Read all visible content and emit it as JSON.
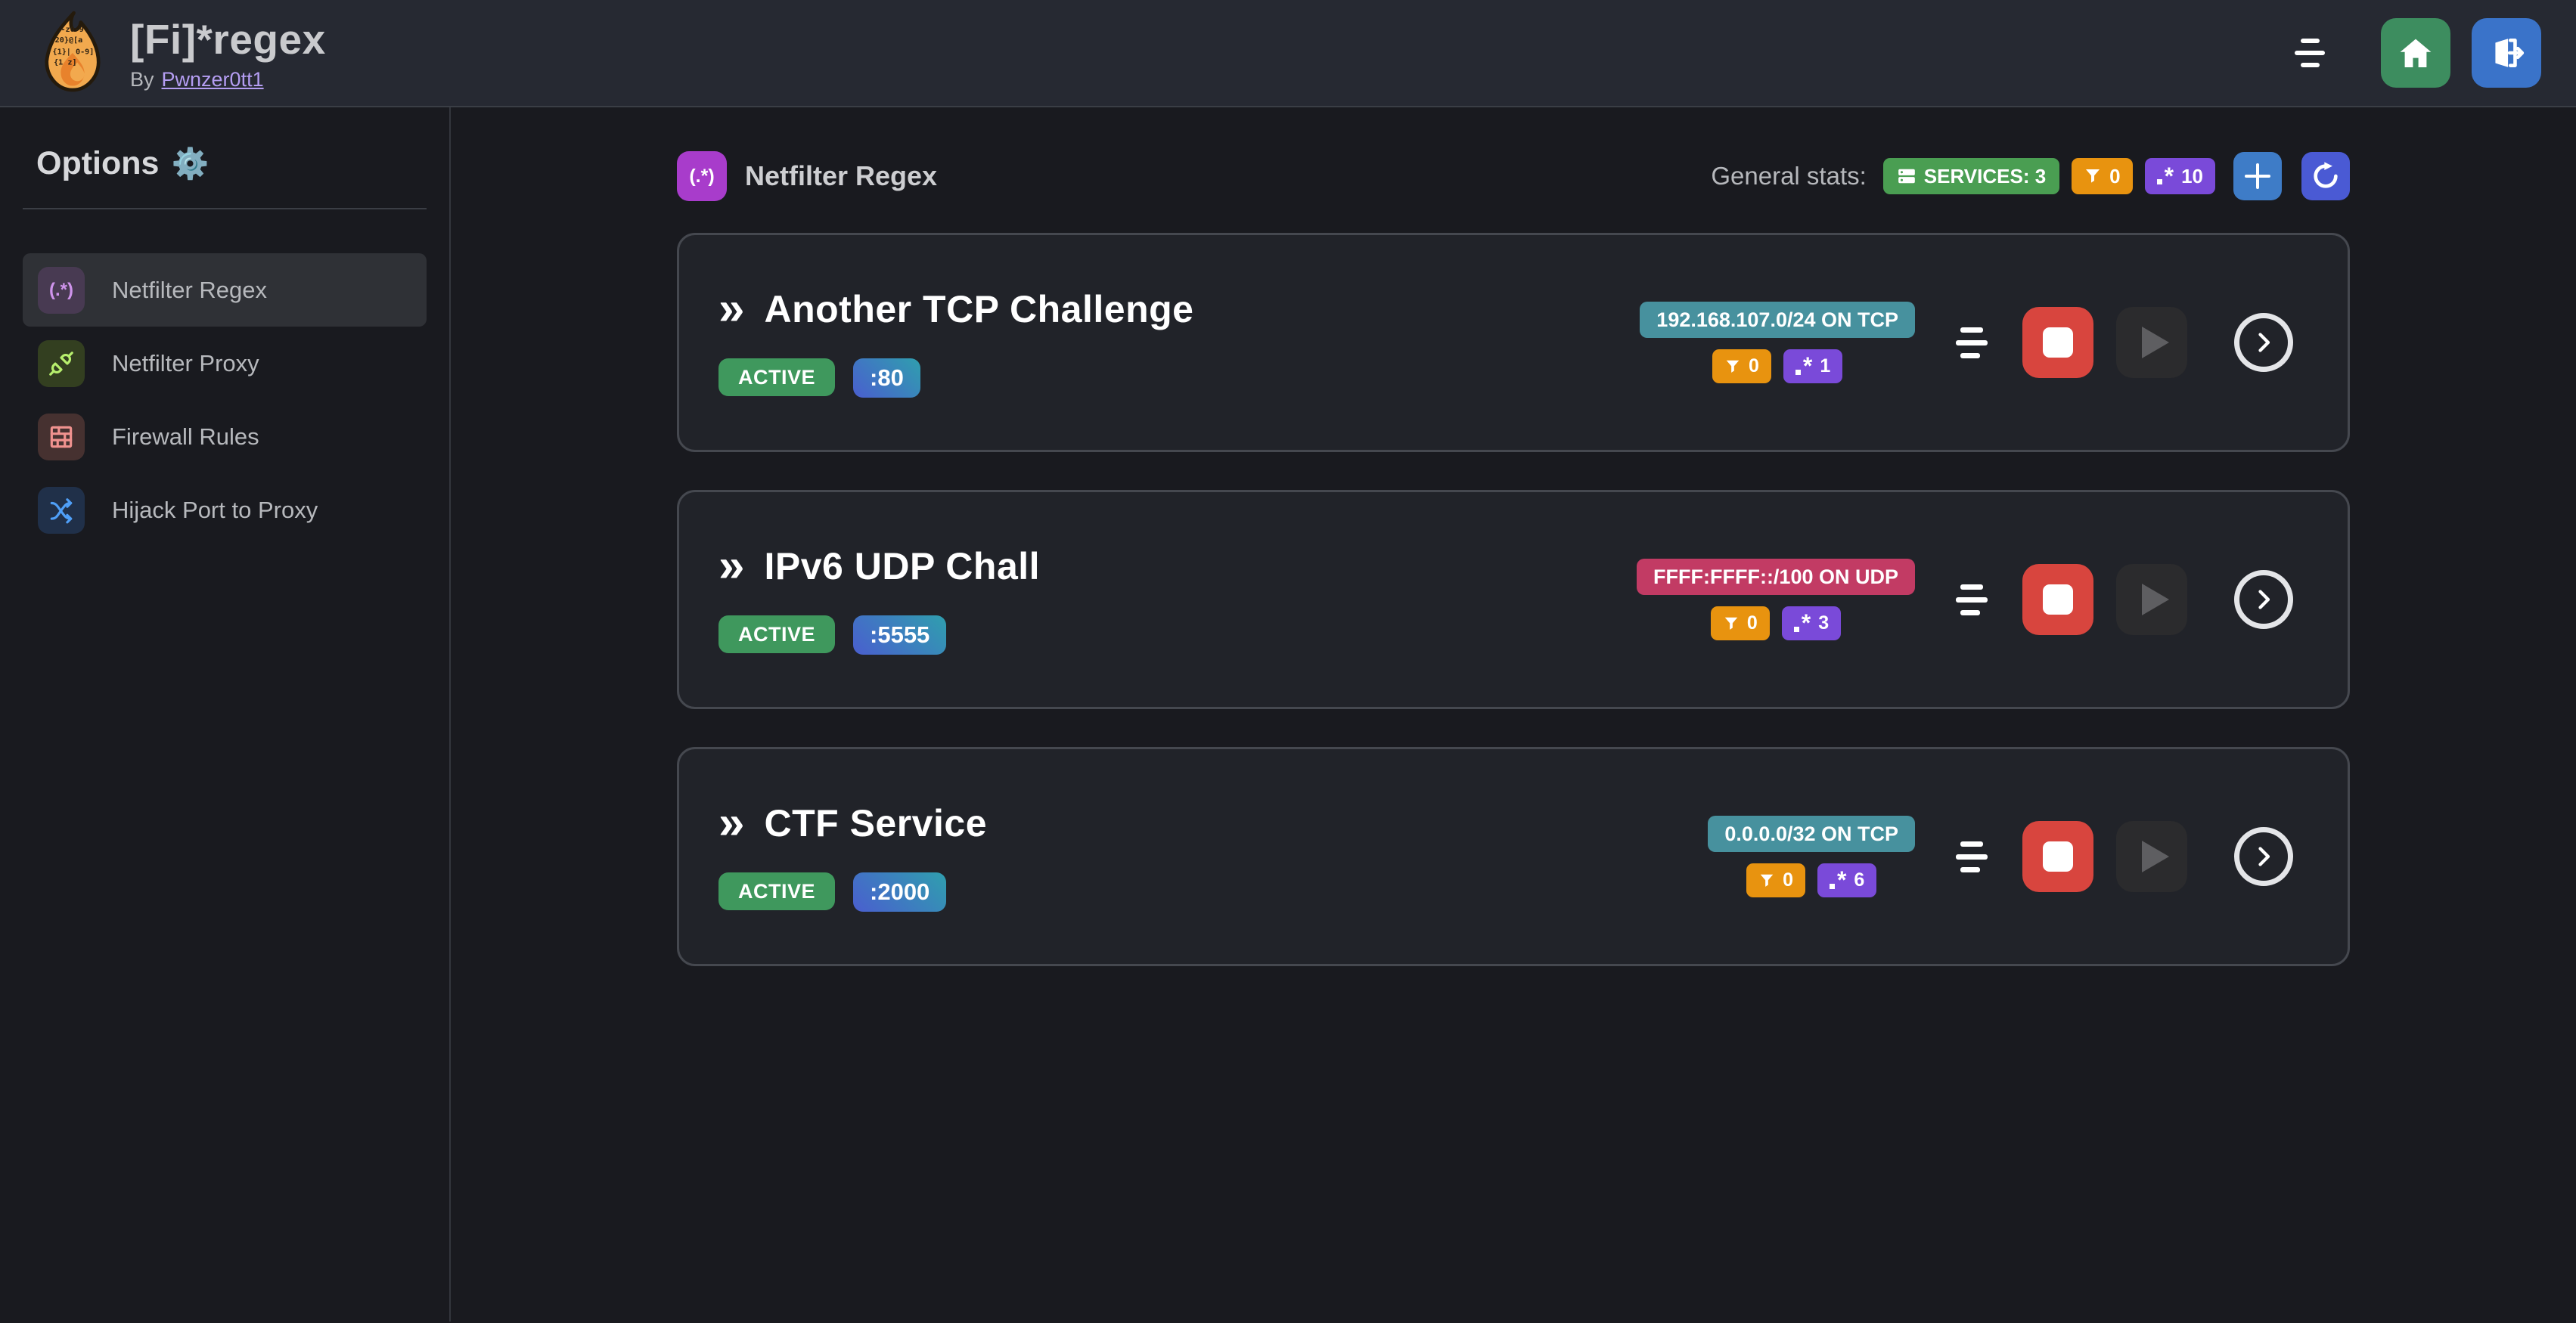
{
  "app": {
    "title": "[Fi]*regex",
    "byline_prefix": "By",
    "author": "Pwnzer0tt1"
  },
  "sidebar": {
    "heading": "Options",
    "heading_icon": "⚙️",
    "items": [
      {
        "label": "Netfilter Regex",
        "icon_text": "(.*)",
        "active": true
      },
      {
        "label": "Netfilter Proxy",
        "active": false
      },
      {
        "label": "Firewall Rules",
        "active": false
      },
      {
        "label": "Hijack Port to Proxy",
        "active": false
      }
    ]
  },
  "main": {
    "section": {
      "icon_text": "(.*)",
      "title": "Netfilter Regex"
    },
    "stats": {
      "label": "General stats:",
      "services": "SERVICES: 3",
      "filters": "0",
      "regexes": "10"
    }
  },
  "services": [
    {
      "title": "Another TCP Challenge",
      "status": "ACTIVE",
      "port": ":80",
      "cidr": "192.168.107.0/24 ON TCP",
      "cidr_bg": "#47919e",
      "filters": "0",
      "regexes": "1"
    },
    {
      "title": "IPv6 UDP Chall",
      "status": "ACTIVE",
      "port": ":5555",
      "cidr": "FFFF:FFFF::/100 ON UDP",
      "cidr_bg": "#c23b64",
      "filters": "0",
      "regexes": "3"
    },
    {
      "title": "CTF Service",
      "status": "ACTIVE",
      "port": ":2000",
      "cidr": "0.0.0.0/32 ON TCP",
      "cidr_bg": "#47919e",
      "filters": "0",
      "regexes": "6"
    }
  ],
  "colors": {
    "page_bg": "#191a1f",
    "topbar_bg": "#262932",
    "card_bg": "#212329",
    "card_border": "#45484f",
    "status_green": "#3f985d",
    "services_green": "#4a9e52",
    "filter_orange": "#e8930f",
    "regex_violet": "#7a4ad9",
    "stop_red": "#d8453e",
    "add_blue": "#3e7cc7",
    "refresh_indigo": "#4a5ad4",
    "home_green": "#3d8d5f",
    "logout_blue": "#3a73c9",
    "section_purple": "#a83ccb",
    "port_gradient_from": "#4a5ecf",
    "port_gradient_to": "#2f9fae"
  }
}
